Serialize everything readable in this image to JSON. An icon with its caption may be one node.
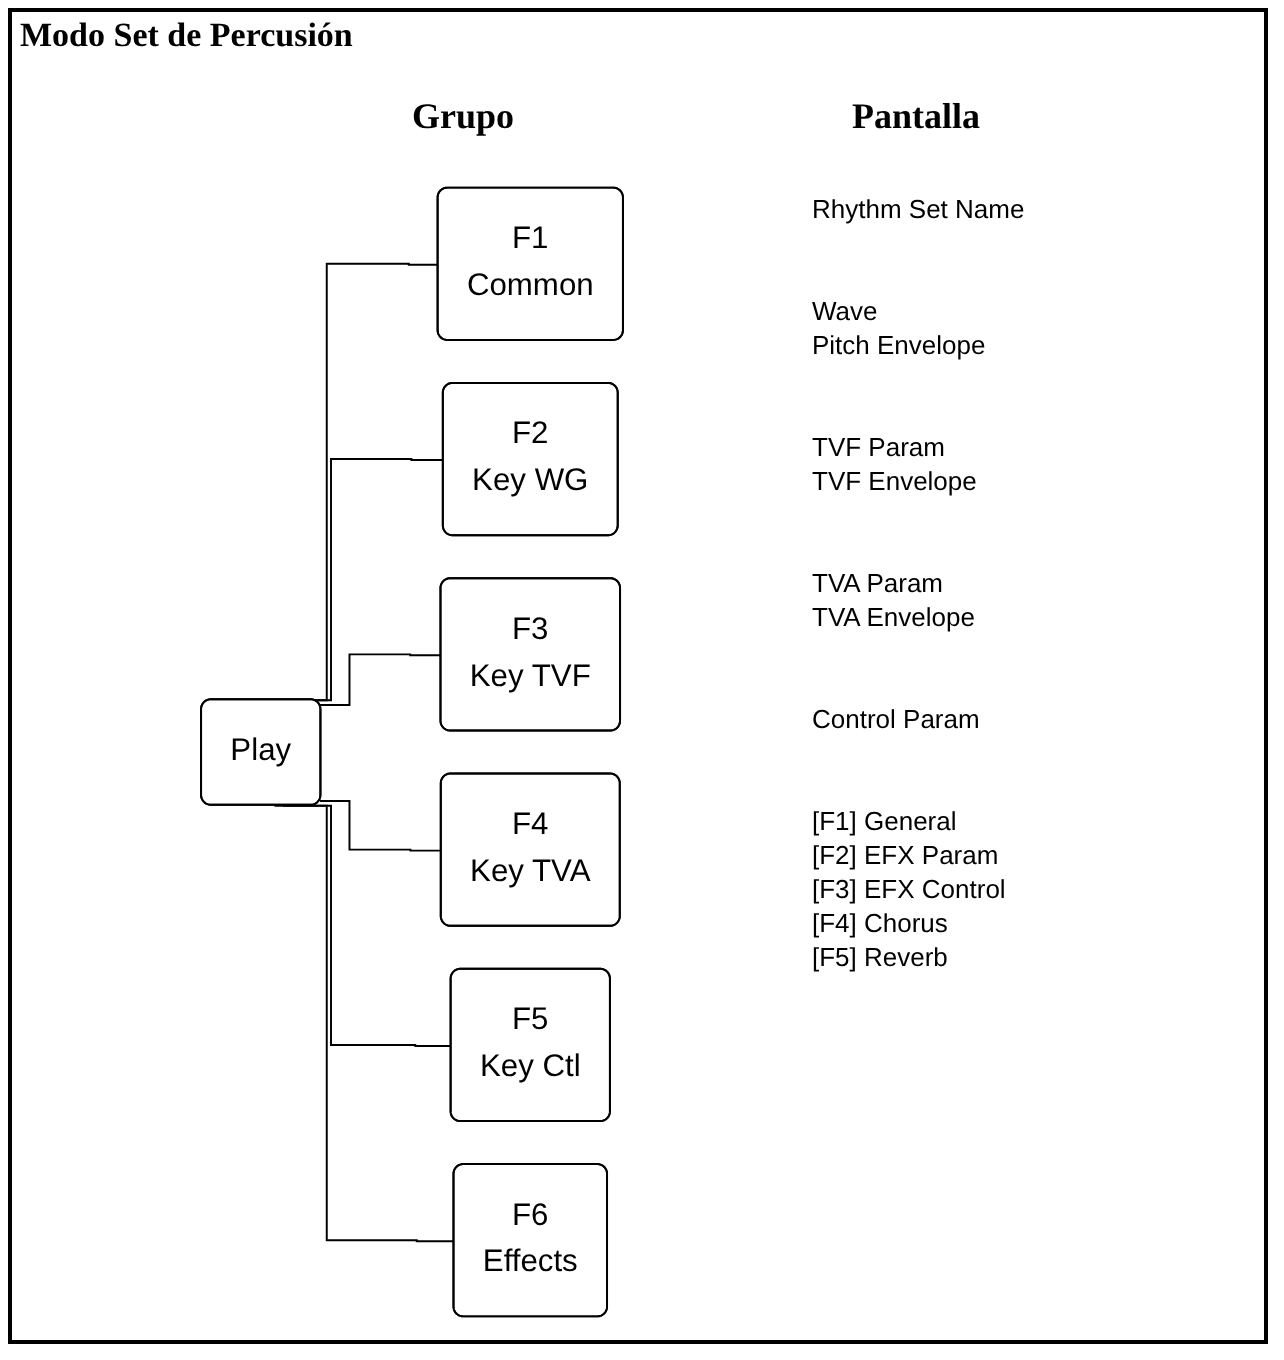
{
  "diagram": {
    "title": "Modo Set de Percusión",
    "nodes": [
      {
        "text": [
          "Play"
        ]
      },
      {
        "text": [
          "F1",
          "Common"
        ]
      },
      {
        "text": [
          "F2",
          "Key WG"
        ]
      },
      {
        "text": [
          "F3",
          "Key TVF"
        ]
      },
      {
        "text": [
          "F4",
          "Key TVA"
        ]
      },
      {
        "text": [
          "F5",
          "Key Ctl"
        ]
      },
      {
        "text": [
          "F6",
          "Effects"
        ]
      }
    ],
    "edges": [
      {
        "from": 0,
        "to": 1,
        "arrow": "none"
      },
      {
        "from": 0,
        "to": 2,
        "arrow": "none"
      },
      {
        "from": 0,
        "to": 3,
        "arrow": "none"
      },
      {
        "from": 0,
        "to": 4,
        "arrow": "none"
      },
      {
        "from": 0,
        "to": 5,
        "arrow": "none"
      },
      {
        "from": 0,
        "to": 6,
        "arrow": "none"
      }
    ],
    "labels": [
      "Grupo",
      "Pantalla",
      "Rhythm Set Name",
      "Wave",
      "Pitch Envelope",
      "TVF Param",
      "TVF Envelope",
      "TVA Param",
      "TVA Envelope",
      "Control Param",
      "[F1] General",
      "[F2] EFX Param",
      "[F3] EFX Control",
      "[F4] Chorus",
      "[F5] Reverb"
    ]
  }
}
